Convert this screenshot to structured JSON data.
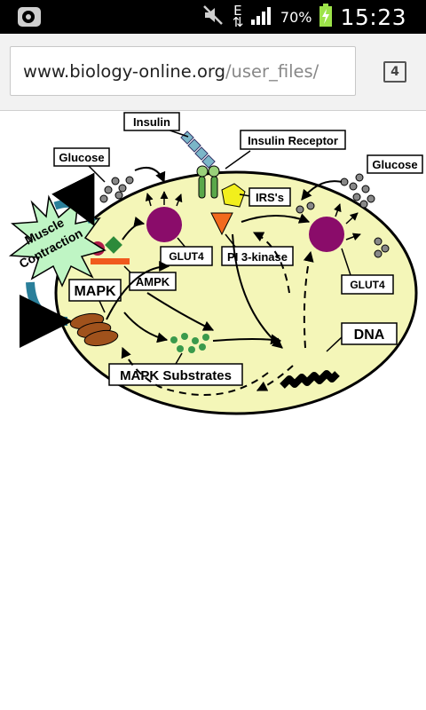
{
  "status_bar": {
    "time": "15:23",
    "battery_percent": "70%",
    "network_type": "E",
    "icons": [
      "app-notification-icon",
      "mute-icon",
      "data-transfer-icon",
      "signal-icon",
      "battery-charging-icon"
    ]
  },
  "browser": {
    "url_host": "www.biology-online.org",
    "url_path": "/user_files/",
    "tab_count": "4"
  },
  "diagram": {
    "labels": {
      "insulin": "Insulin",
      "insulin_receptor": "Insulin Receptor",
      "glucose_left": "Glucose",
      "glucose_right": "Glucose",
      "irs": "IRS's",
      "glut4_left": "GLUT4",
      "glut4_right": "GLUT4",
      "pi3k": "PI 3-kinase",
      "ampk": "AMPK",
      "mapk": "MAPK",
      "muscle_line1": "Muscle",
      "muscle_line2": "Contraction",
      "dna": "DNA",
      "mapk_substrates": "MAPK Substrates"
    },
    "colors": {
      "cell_fill": "#f4f6b8",
      "glut4": "#8a0c6a",
      "burst": "#bff5c4",
      "arrow_blue": "#2a7f9a",
      "ampk_red": "#b01c4a",
      "ampk_green": "#2c8a3a",
      "ampk_bar": "#f05a1e",
      "irs_yellow": "#f2ef1c",
      "pi3k_orange": "#f26a1e",
      "mapk_brown": "#a0521c",
      "substrate_green": "#3a9a4c",
      "receptor_green": "#5aa84a",
      "insulin_blue": "#7bb6c8"
    }
  }
}
